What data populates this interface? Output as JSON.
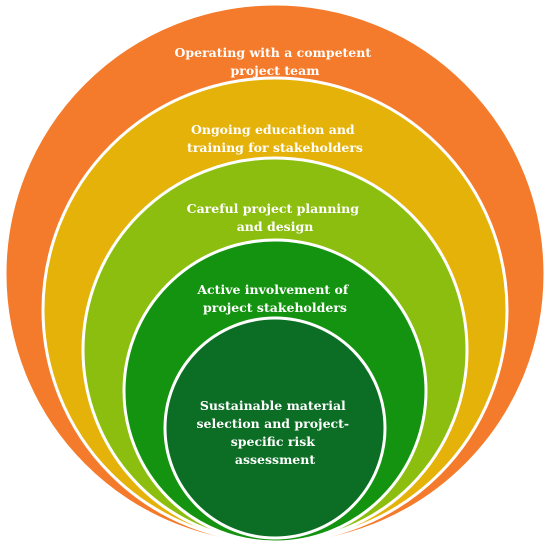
{
  "diagram": {
    "rings": [
      {
        "id": "ring-1",
        "color": "#F47B2B",
        "lines": [
          "Operating with a competent",
          "project team"
        ]
      },
      {
        "id": "ring-2",
        "color": "#E5B20A",
        "lines": [
          "Ongoing education and",
          "training for stakeholders"
        ]
      },
      {
        "id": "ring-3",
        "color": "#8CBE0F",
        "lines": [
          "Careful project planning",
          "and design"
        ]
      },
      {
        "id": "ring-4",
        "color": "#13930F",
        "lines": [
          "Active involvement of",
          "project stakeholders"
        ]
      },
      {
        "id": "ring-5",
        "color": "#0C6E25",
        "lines": [
          "Sustainable material",
          "selection and project-",
          "specific risk",
          "assessment"
        ]
      }
    ],
    "border_color": "#ffffff"
  }
}
